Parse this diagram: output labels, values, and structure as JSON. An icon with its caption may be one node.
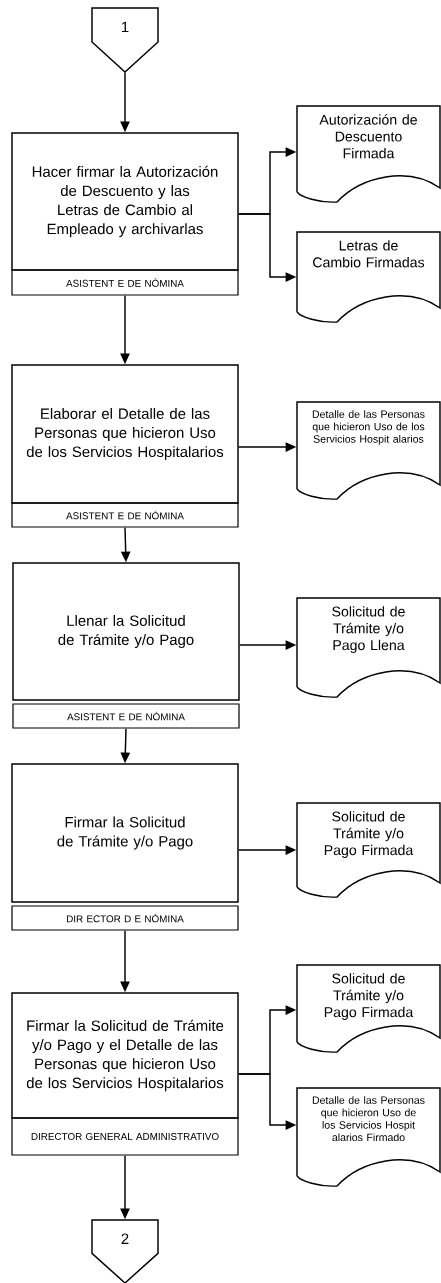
{
  "diagram": {
    "nodes": [
      {
        "text": [
          "1"
        ]
      },
      {
        "text": [
          "Hacer firmar la Autorización de Descuento y las Letras de Cambio al Empleado y archivarlas",
          "ASISTENT E DE NÓMINA"
        ]
      },
      {
        "text": [
          "Autorización de Descuento Firmada"
        ]
      },
      {
        "text": [
          "Letras de Cambio Firmadas"
        ]
      },
      {
        "text": [
          "Elaborar el Detalle de las Personas que hicieron Uso de los Servicios Hospitalarios",
          "ASISTENT E  DE NÓMINA"
        ]
      },
      {
        "text": [
          "Detalle de las Personas que hicieron Uso de los Servicios Hospit alarios"
        ]
      },
      {
        "text": [
          "Llenar  la Solicitud de Trámite y/o Pago",
          "ASISTENT E DE NÓMINA"
        ]
      },
      {
        "text": [
          "Solicitud de Trámite y/o Pago Llena"
        ]
      },
      {
        "text": [
          "Firmar la Solicitud de Trámite y/o Pago",
          "DIR ECTOR D E NÓMINA"
        ]
      },
      {
        "text": [
          "Solicitud de Trámite y/o Pago Firmada"
        ]
      },
      {
        "text": [
          "Firmar la Solicitud de Trámite y/o Pago y el Detalle de las Personas que hicieron Uso de los Servicios Hospitalarios",
          "DIRECTOR GENERAL ADMINISTRATIVO"
        ]
      },
      {
        "text": [
          "Solicitud de Trámite y/o Pago Firmada"
        ]
      },
      {
        "text": [
          "Detalle de las Personas que hicieron Uso de los Servicios Hospit alarios Firmado"
        ]
      },
      {
        "text": [
          "2"
        ]
      }
    ],
    "edges": [
      {
        "from": 0,
        "to": 1,
        "arrow": "to"
      },
      {
        "from": 1,
        "to": 2,
        "arrow": "to"
      },
      {
        "from": 1,
        "to": 3,
        "arrow": "to"
      },
      {
        "from": 1,
        "to": 4,
        "arrow": "to"
      },
      {
        "from": 4,
        "to": 5,
        "arrow": "to"
      },
      {
        "from": 4,
        "to": 6,
        "arrow": "to"
      },
      {
        "from": 6,
        "to": 7,
        "arrow": "to"
      },
      {
        "from": 6,
        "to": 8,
        "arrow": "to"
      },
      {
        "from": 8,
        "to": 9,
        "arrow": "to"
      },
      {
        "from": 8,
        "to": 10,
        "arrow": "to"
      },
      {
        "from": 10,
        "to": 11,
        "arrow": "to"
      },
      {
        "from": 10,
        "to": 12,
        "arrow": "to"
      },
      {
        "from": 10,
        "to": 13,
        "arrow": "to"
      }
    ]
  }
}
